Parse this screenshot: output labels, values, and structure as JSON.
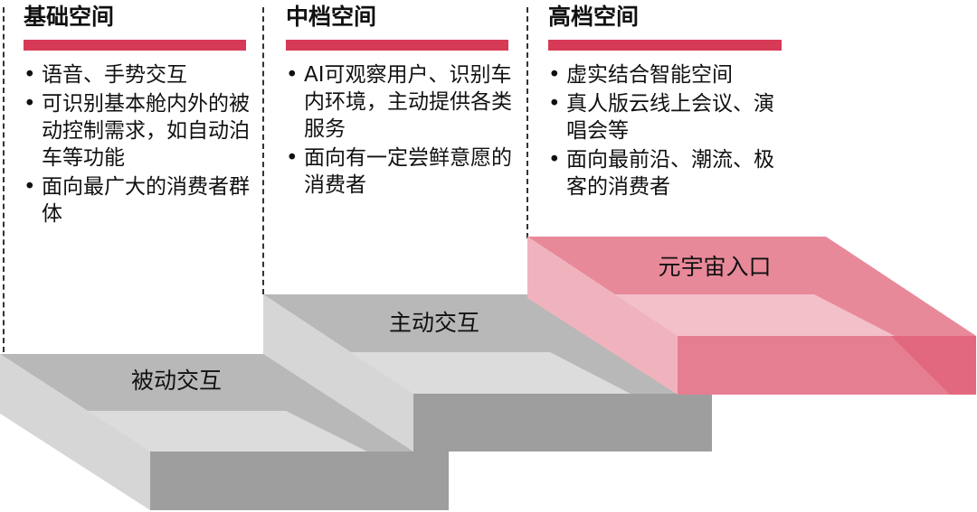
{
  "columns": [
    {
      "title": "基础空间",
      "items": [
        "语音、手势交互",
        "可识别基本舱内外的被动控制需求，如自动泊车等功能",
        "面向最广大的消费者群体"
      ]
    },
    {
      "title": "中档空间",
      "items": [
        "AI可观察用户、识别车内环境，主动提供各类服务",
        "面向有一定尝鲜意愿的消费者"
      ]
    },
    {
      "title": "高档空间",
      "items": [
        "虚实结合智能空间",
        "真人版云线上会议、演唱会等",
        "面向最前沿、潮流、极客的消费者"
      ]
    }
  ],
  "steps": [
    {
      "label": "被动交互"
    },
    {
      "label": "主动交互"
    },
    {
      "label": "元宇宙入口"
    }
  ],
  "colors": {
    "accent": "#d63a56",
    "gray_top": "#b8b8b8",
    "gray_light": "#d9d9d9",
    "gray_dark": "#9a9a9a",
    "pink_top": "#e8899a",
    "pink_light": "#f0b3be",
    "pink_dark": "#e05a73"
  }
}
